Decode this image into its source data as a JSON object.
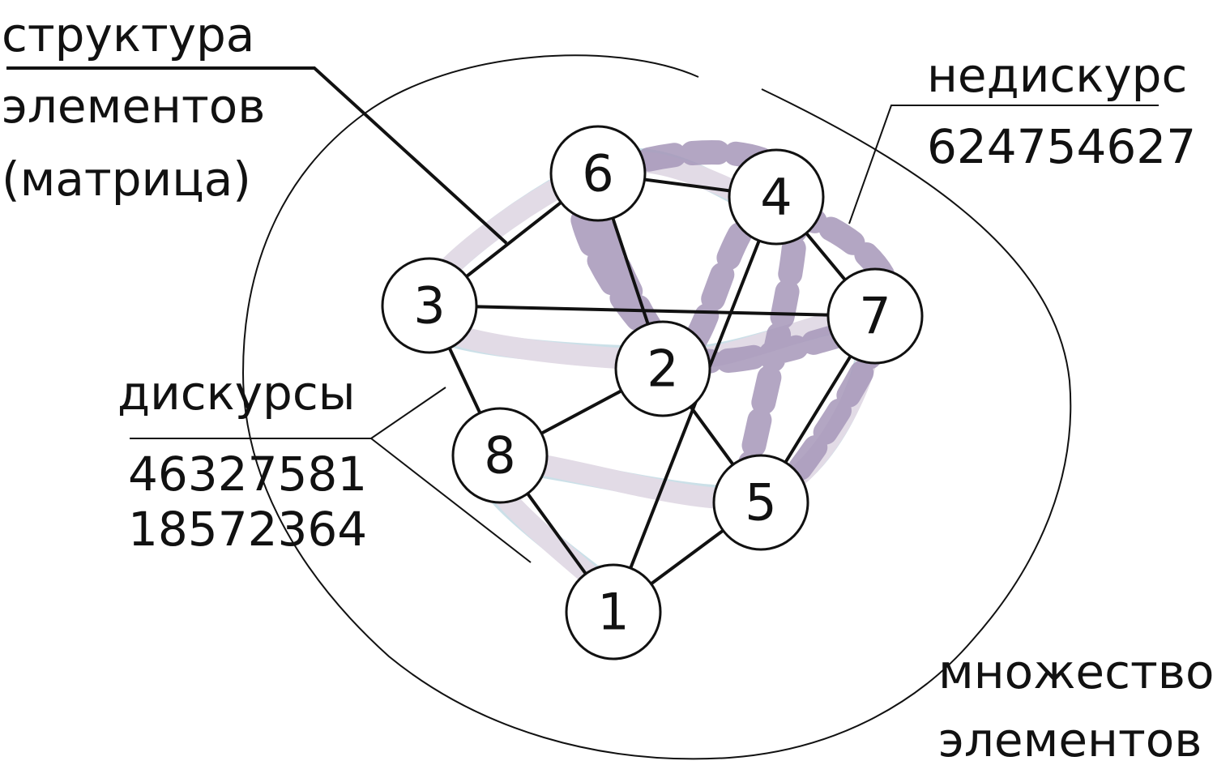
{
  "labels": {
    "structure": [
      "структура",
      "элементов",
      "(матрица)"
    ],
    "nondiscourse": [
      "недискурс",
      "624754627"
    ],
    "discourses": [
      "дискурсы",
      "46327581",
      "18572364"
    ],
    "set": [
      "множество",
      "элементов"
    ]
  },
  "nodes": [
    "1",
    "2",
    "3",
    "4",
    "5",
    "6",
    "7",
    "8"
  ],
  "edges": [
    [
      "6",
      "4"
    ],
    [
      "6",
      "3"
    ],
    [
      "6",
      "2"
    ],
    [
      "3",
      "7"
    ],
    [
      "3",
      "8"
    ],
    [
      "4",
      "7"
    ],
    [
      "4",
      "1"
    ],
    [
      "8",
      "2"
    ],
    [
      "8",
      "1"
    ],
    [
      "2",
      "5"
    ],
    [
      "7",
      "5"
    ],
    [
      "5",
      "1"
    ]
  ],
  "discourses": [
    {
      "sequence": [
        "4",
        "6",
        "3",
        "2",
        "7",
        "5",
        "8",
        "1"
      ],
      "color": "#cbe0e8"
    },
    {
      "sequence": [
        "1",
        "8",
        "5",
        "7",
        "2",
        "3",
        "6",
        "4"
      ],
      "color": "#e2dbe6"
    }
  ],
  "nondiscourse": {
    "sequence": [
      "6",
      "2",
      "4",
      "7",
      "5",
      "4",
      "6",
      "2",
      "7"
    ],
    "color": "#a696b8"
  },
  "colors": {
    "node_fill": "#ffffff",
    "stroke": "#111111"
  }
}
